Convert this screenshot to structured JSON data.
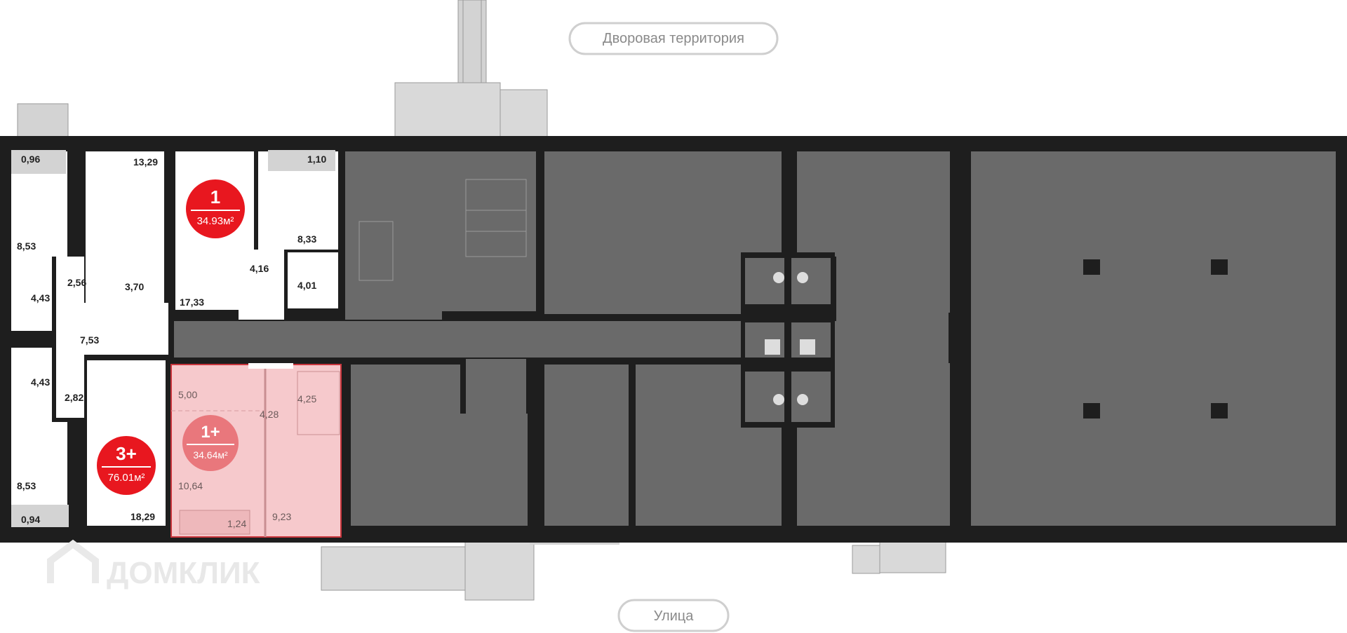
{
  "labels": {
    "courtyard": "Дворовая территория",
    "street": "Улица",
    "watermark": "ДОМКЛИК"
  },
  "badges": {
    "apt1": {
      "rooms": "1",
      "area": "34.93м²"
    },
    "apt1plus": {
      "rooms": "1+",
      "area": "34.64м²"
    },
    "apt3plus": {
      "rooms": "3+",
      "area": "76.01м²"
    }
  },
  "room_areas": {
    "a096": "0,96",
    "a1329": "13,29",
    "a110": "1,10",
    "a853_top": "8,53",
    "a833": "8,33",
    "a256": "2,56",
    "a370": "3,70",
    "a416": "4,16",
    "a401": "4,01",
    "a443_top": "4,43",
    "a1733": "17,33",
    "a753": "7,53",
    "a443_bot": "4,43",
    "a500": "5,00",
    "a425": "4,25",
    "a282": "2,82",
    "a428": "4,28",
    "a853_bot": "8,53",
    "a1064": "10,64",
    "a923": "9,23",
    "a124": "1,24",
    "a1829": "18,29",
    "a094": "0,94"
  },
  "colors": {
    "wall": "#1e1e1e",
    "common": "#6a6a6a",
    "balcony": "#d3d3d3",
    "highlight": "#f6c9cc",
    "highlight_border": "#c9363d",
    "badge_red": "#e8171f",
    "badge_pale": "#e9777c"
  },
  "icons": [
    "house-logo-icon"
  ]
}
